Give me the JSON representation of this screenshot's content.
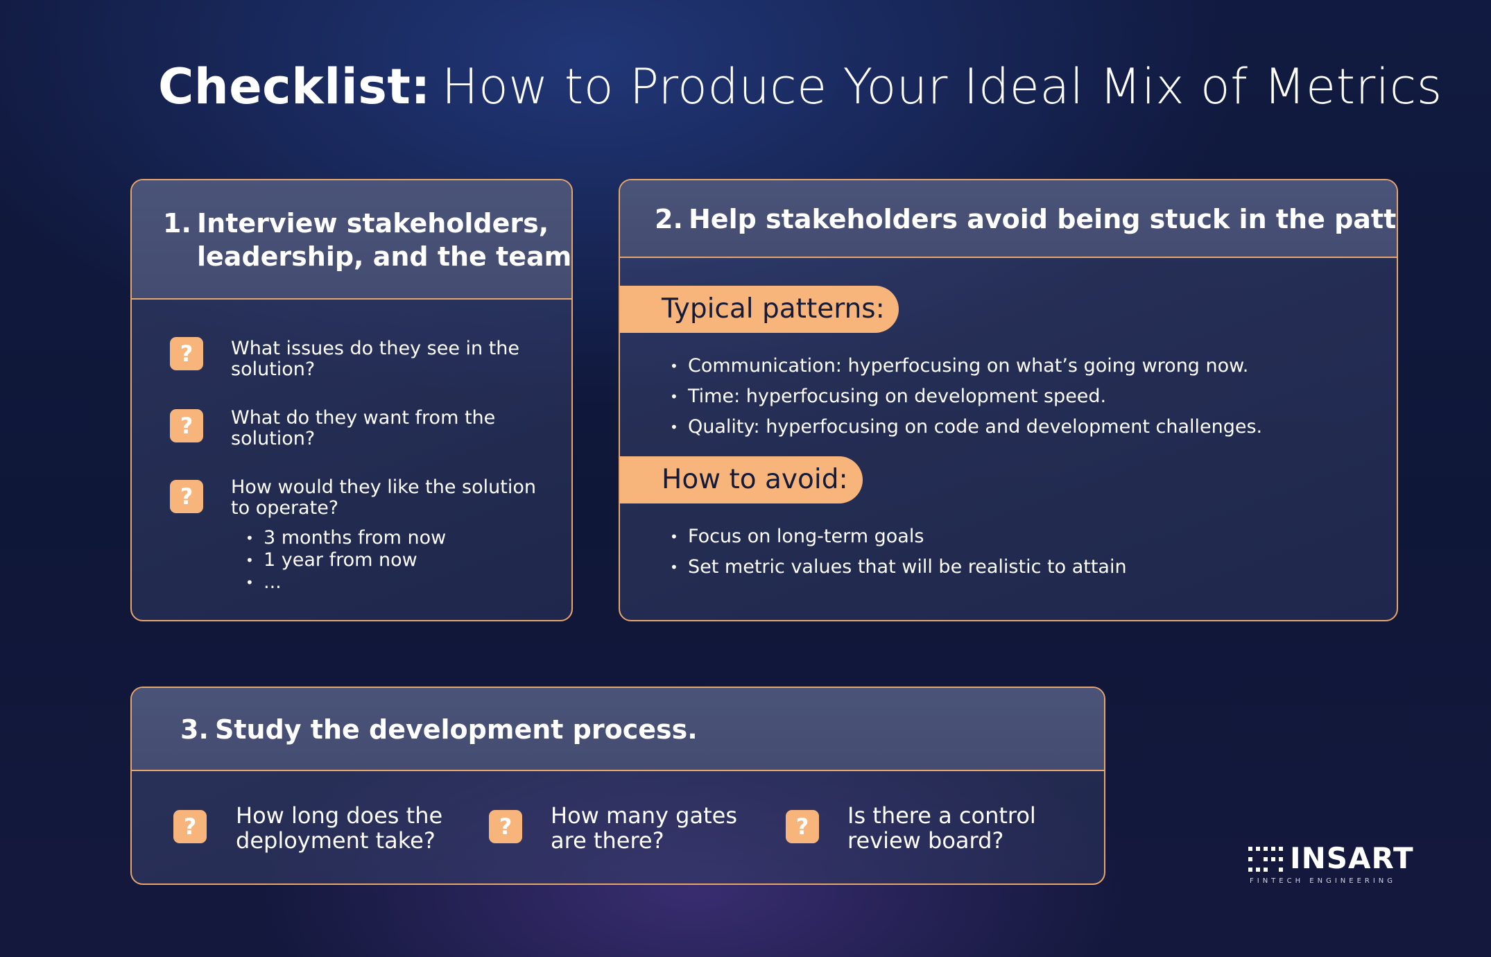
{
  "title": {
    "bold": "Checklist:",
    "rest": "How to Produce Your Ideal Mix of Metrics"
  },
  "card1": {
    "number": "1.",
    "heading_line1": "Interview stakeholders,",
    "heading_line2": "leadership, and the team.",
    "icon": "question-mark-icon",
    "questions": [
      {
        "line1": "What issues do they see in the",
        "line2": "solution?"
      },
      {
        "line1": "What do they want from the",
        "line2": "solution?"
      },
      {
        "line1": "How would they like the solution",
        "line2": "to operate?"
      }
    ],
    "sub_bullets": [
      "3 months from now",
      "1 year from now",
      "..."
    ]
  },
  "card2": {
    "number": "2.",
    "heading": "Help stakeholders avoid being stuck in the pattern.",
    "patterns_label": "Typical patterns:",
    "patterns": [
      "Communication: hyperfocusing on what’s going wrong now.",
      "Time: hyperfocusing on development speed.",
      "Quality: hyperfocusing on code and development challenges."
    ],
    "avoid_label": "How to avoid:",
    "avoid": [
      "Focus on long-term goals",
      "Set metric values that will be realistic to attain"
    ]
  },
  "card3": {
    "number": "3.",
    "heading": "Study the development process.",
    "questions": [
      {
        "line1": "How long does the",
        "line2": "deployment take?"
      },
      {
        "line1": "How many gates",
        "line2": "are there?"
      },
      {
        "line1": "Is there a control",
        "line2": "review board?"
      }
    ]
  },
  "logo": {
    "name": "INSART",
    "tagline": "FINTECH ENGINEERING",
    "icon": "insart-dots-logo-icon"
  },
  "colors": {
    "accent": "#f7b57c",
    "border": "#e8a66b",
    "background": "#111a40"
  }
}
